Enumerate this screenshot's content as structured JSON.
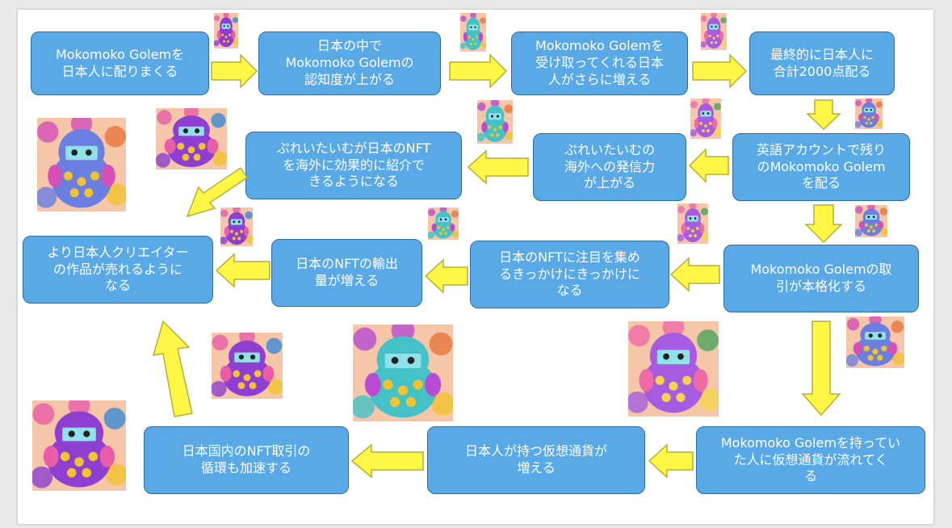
{
  "diagram": {
    "nodes": [
      {
        "id": "n1",
        "label": "Mokomoko Golemを\n日本人に配りまくる"
      },
      {
        "id": "n2",
        "label": "日本の中で\nMokomoko Golemの\n認知度が上がる"
      },
      {
        "id": "n3",
        "label": "Mokomoko Golemを\n受け取ってくれる日本\n人がさらに増える"
      },
      {
        "id": "n4",
        "label": "最終的に日本人に\n合計2000点配る"
      },
      {
        "id": "n5",
        "label": "英語アカウントで残り\nのMokomoko Golem\nを配る"
      },
      {
        "id": "n6",
        "label": "ぷれいたいむの\n海外への発信力\nが上がる"
      },
      {
        "id": "n7",
        "label": "ぷれいたいむが日本のNFT\nを海外に効果的に紹介で\nきるようになる"
      },
      {
        "id": "n8",
        "label": "より日本人クリエイター\nの作品が売れるように\nなる"
      },
      {
        "id": "n9",
        "label": "日本のNFTの輸出\n量が増える"
      },
      {
        "id": "n10",
        "label": "日本のNFTに注目を集め\nるきっかけにきっかけに\nなる"
      },
      {
        "id": "n11",
        "label": "Mokomoko Golemの取\n引が本格化する"
      },
      {
        "id": "n12",
        "label": "Mokomoko Golemを持ってい\nた人に仮想通貨が流れてく\nる"
      },
      {
        "id": "n13",
        "label": "日本人が持つ仮想通貨が\n増える"
      },
      {
        "id": "n14",
        "label": "日本国内のNFT取引の\n循環も加速する"
      }
    ]
  },
  "colors": {
    "box_fill": "#58a9e6",
    "box_border": "#2c6ea8",
    "arrow_fill": "#fff645",
    "arrow_stroke": "#b5ae3a"
  },
  "icons": [
    "golem-character-icon"
  ]
}
